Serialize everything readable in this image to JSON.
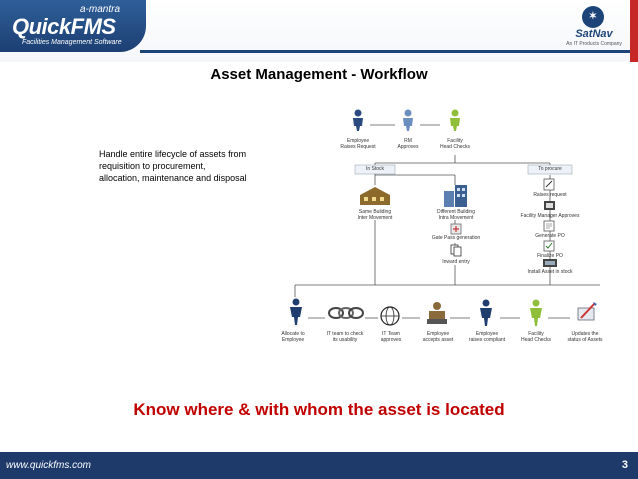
{
  "header": {
    "brand_top": "a-mantra",
    "brand_main": "QuickFMS",
    "brand_sub": "Facilities Management Software",
    "partner_name": "SatNav",
    "partner_tag": "An IT Products Company"
  },
  "slide": {
    "title": "Asset Management - Workflow",
    "description_lines": [
      "Handle entire lifecycle of assets from",
      "requisition to procurement,",
      "allocation, maintenance and disposal"
    ],
    "tagline": "Know where & with whom the asset is located"
  },
  "workflow": {
    "top": [
      {
        "label": "Employee\nRaises Request"
      },
      {
        "label": "RM\nApproves"
      },
      {
        "label": "Facility\nHead Checks"
      }
    ],
    "branches": {
      "left": "In Stock",
      "right": "To procure"
    },
    "in_stock": [
      {
        "label": "Same Building\nInter Movement"
      },
      {
        "label": "Different Building\nIntra Movement"
      },
      {
        "label": "Gate Pass generation"
      },
      {
        "label": "Inward entry"
      }
    ],
    "procure": [
      {
        "label": "Raises request"
      },
      {
        "label": "Facility Manager Approves"
      },
      {
        "label": "Generate PO"
      },
      {
        "label": "Finalize PO"
      },
      {
        "label": "Install Asset in stock"
      }
    ],
    "bottom": [
      {
        "label": "Allocate to\nEmployee"
      },
      {
        "label": "IT team to check\nits usability"
      },
      {
        "label": "IT Team\napproves"
      },
      {
        "label": "Employee\naccepts asset"
      },
      {
        "label": "Employee\nraises compliant"
      },
      {
        "label": "Facility\nHead Checks"
      },
      {
        "label": "Updates the\nstatus of Assets"
      }
    ]
  },
  "footer": {
    "url": "www.quickfms.com",
    "page": "3"
  },
  "colors": {
    "brand_blue": "#1d3a6b",
    "accent_red": "#c00000"
  }
}
